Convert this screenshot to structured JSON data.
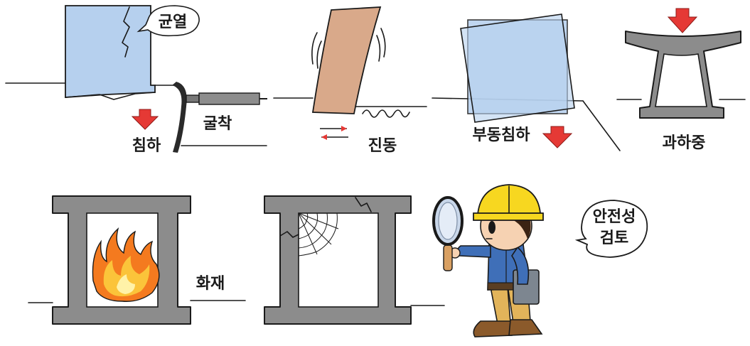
{
  "labels": {
    "crack": "균열",
    "excavation": "굴착",
    "settlement": "침하",
    "vibration": "진동",
    "uneven_settlement": "부동침하",
    "overload": "과하중",
    "fire": "화재",
    "safety_review_line1": "안전성",
    "safety_review_line2": "검토"
  },
  "colors": {
    "building_blue": "#b6d0ee",
    "building_tan": "#d9a98a",
    "frame_gray": "#8c8c8c",
    "arrow_red": "#e53935",
    "helmet_yellow": "#f7d720",
    "shirt_blue": "#3f6fb8",
    "pants_tan": "#e2b45a"
  }
}
